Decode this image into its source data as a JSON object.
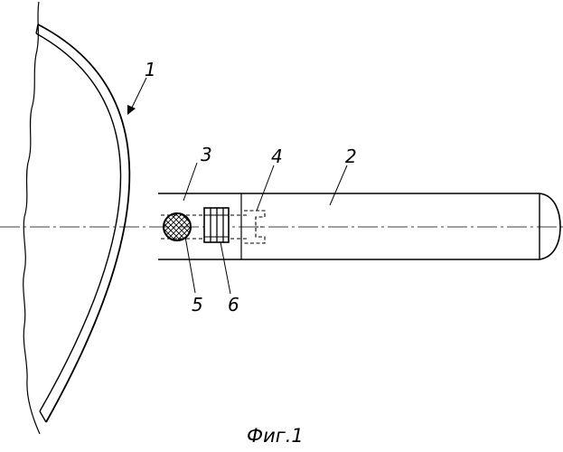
{
  "figure": {
    "caption": "Фиг.1",
    "labels": {
      "l1": "1",
      "l2": "2",
      "l3": "3",
      "l4": "4",
      "l5": "5",
      "l6": "6"
    }
  },
  "colors": {
    "ink": "#000000",
    "paper": "#ffffff"
  }
}
